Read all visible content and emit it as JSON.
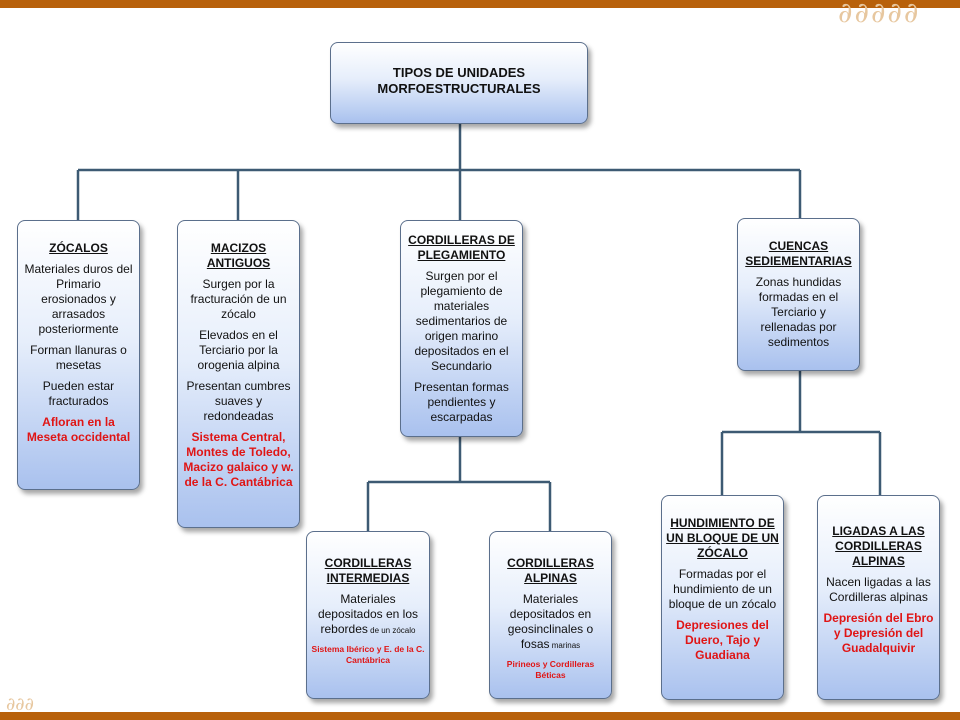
{
  "root": {
    "line1": "TIPOS DE UNIDADES",
    "line2": "MORFOESTRUCTURALES"
  },
  "zocalos": {
    "title": "ZÓCALOS",
    "p1": "Materiales duros del Primario erosionados y arrasados posteriormente",
    "p2": "Forman llanuras o mesetas",
    "p3": "Pueden estar fracturados",
    "red": "Afloran en la Meseta occidental"
  },
  "macizos": {
    "title": "MACIZOS ANTIGUOS",
    "p1": "Surgen por la fracturación de un zócalo",
    "p2": "Elevados en el Terciario por la orogenia alpina",
    "p3": "Presentan cumbres suaves y redondeadas",
    "red": "Sistema Central, Montes de Toledo, Macizo galaico y w. de la C. Cantábrica"
  },
  "plegamiento": {
    "title": "CORDILLERAS DE PLEGAMIENTO",
    "p1": "Surgen por el plegamiento de materiales sedimentarios de origen marino depositados en el Secundario",
    "p2": "Presentan formas pendientes y escarpadas"
  },
  "cuencas": {
    "title": "CUENCAS SEDIEMENTARIAS",
    "p1": "Zonas hundidas formadas en el Terciario y rellenadas por sedimentos"
  },
  "intermedias": {
    "title": "CORDILLERAS INTERMEDIAS",
    "p1a": "Materiales depositados en los rebordes",
    "p1b": " de un zócalo",
    "red": "Sistema Ibérico y E. de la C. Cantábrica"
  },
  "alpinas": {
    "title": "CORDILLERAS ALPINAS",
    "p1a": "Materiales depositados en geosinclinales o fosas",
    "p1b": " marinas",
    "red": "Pirineos y Cordilleras Béticas"
  },
  "hundimiento": {
    "title": "HUNDIMIENTO DE UN BLOQUE DE UN ZÓCALO",
    "p1": "Formadas por el hundimiento de un bloque de un zócalo",
    "red": "Depresiones del Duero, Tajo y Guadiana"
  },
  "ligadas": {
    "title": "LIGADAS A LAS CORDILLERAS ALPINAS",
    "p1": "Nacen ligadas a las Cordilleras alpinas",
    "red": "Depresión del Ebro y Depresión del Guadalquivir"
  },
  "colors": {
    "accent": "#b8610b",
    "connector": "#3d5a73",
    "highlight": "#e01515"
  }
}
